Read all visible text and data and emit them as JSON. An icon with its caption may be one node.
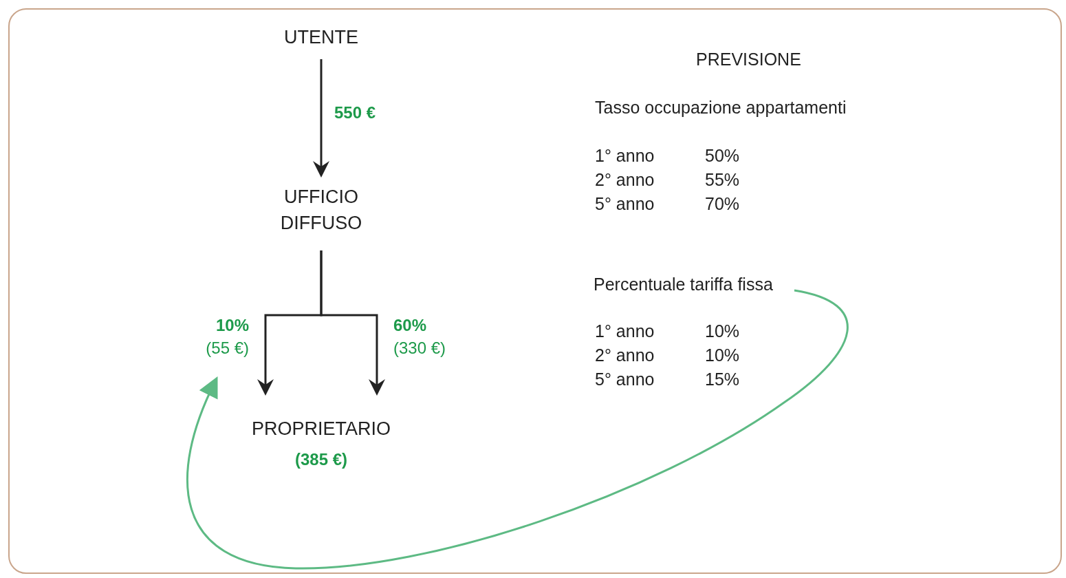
{
  "diagram": {
    "nodes": [
      {
        "text": [
          "UTENTE"
        ]
      },
      {
        "text": [
          "UFFICIO DIFFUSO"
        ]
      },
      {
        "text": [
          "PROPRIETARIO"
        ],
        "beside": [
          "(385 €)"
        ]
      },
      {
        "text": [
          "Percentuale tariffa fissa"
        ]
      }
    ],
    "edges": [
      {
        "from": 0,
        "to": 1,
        "arrow": "to",
        "label": "**550 €**"
      },
      {
        "from": 1,
        "to": 2,
        "arrow": "to",
        "label": "**10%** (55 €)"
      },
      {
        "from": 1,
        "to": 2,
        "arrow": "to",
        "label": "**60%** (330 €)"
      },
      {
        "from": 3,
        "to": null,
        "arrow": "to",
        "color": "#5dba84"
      }
    ],
    "labels": [
      "PREVISIONE",
      "Tasso occupazione appartamenti",
      "1° anno",
      "50%",
      "2° anno",
      "55%",
      "5° anno",
      "70%",
      "1° anno",
      "10%",
      "2° anno",
      "10%",
      "5° anno",
      "15%"
    ]
  }
}
